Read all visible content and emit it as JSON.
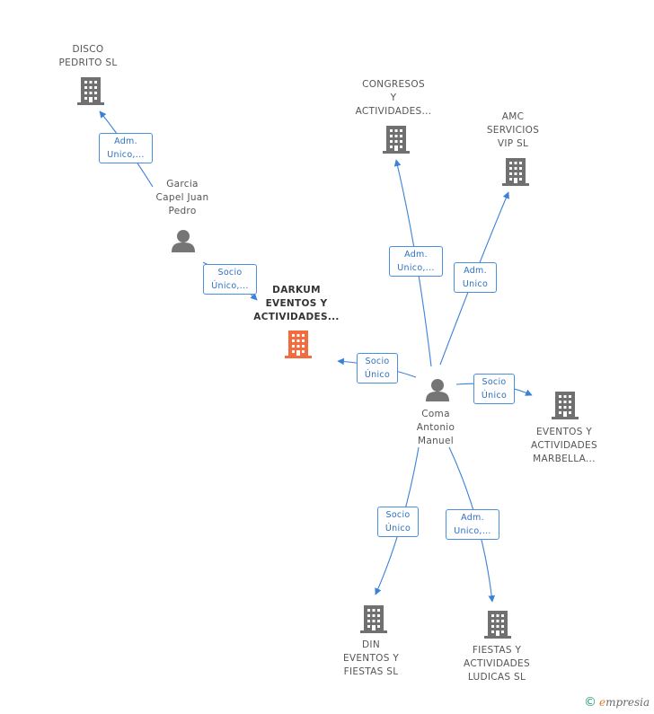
{
  "colors": {
    "edge": "#3b82d6",
    "building": "#707070",
    "building_focus": "#f26c3d",
    "person": "#757575"
  },
  "nodes": {
    "disco": "DISCO\nPEDRITO  SL",
    "congresos": "CONGRESOS\nY\nACTIVIDADES...",
    "amc": "AMC\nSERVICIOS\nVIP SL",
    "garcia": "Garcia\nCapel Juan\nPedro",
    "darkum": "DARKUM\nEVENTOS Y\nACTIVIDADES...",
    "coma": "Coma\nAntonio\nManuel",
    "marbella": "EVENTOS Y\nACTIVIDADES\nMARBELLA...",
    "din": "DIN\nEVENTOS Y\nFIESTAS  SL",
    "fiestas": "FIESTAS Y\nACTIVIDADES\nLUDICAS  SL"
  },
  "edges": {
    "garcia_disco": "Adm.\nUnico,...",
    "garcia_darkum": "Socio\nÚnico,...",
    "coma_congresos": "Adm.\nUnico,...",
    "coma_amc": "Adm.\nUnico",
    "coma_darkum": "Socio\nÚnico",
    "coma_marbella": "Socio\nÚnico",
    "coma_din": "Socio\nÚnico",
    "coma_fiestas": "Adm.\nUnico,..."
  },
  "brand": {
    "copyright": "©",
    "name_first": "e",
    "name_rest": "mpresia"
  }
}
